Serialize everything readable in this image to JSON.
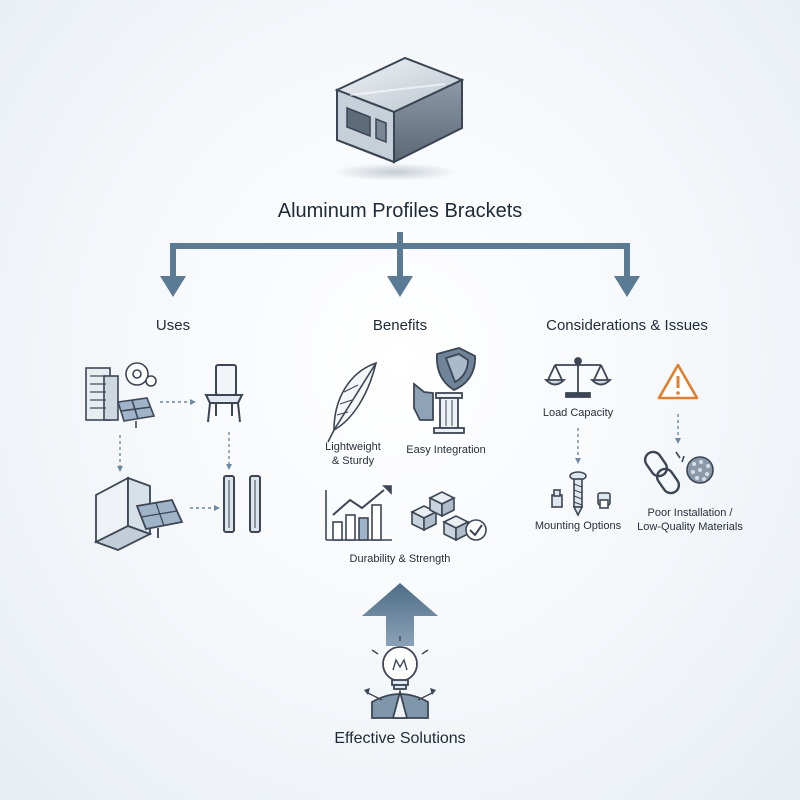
{
  "diagram": {
    "title": "Aluminum Profiles Brackets",
    "columns": [
      {
        "heading": "Uses"
      },
      {
        "heading": "Benefits"
      },
      {
        "heading": "Considerations & Issues"
      }
    ],
    "benefits": {
      "lightweight_line1": "Lightweight",
      "lightweight_line2": "& Sturdy",
      "easy_integration": "Easy Integration",
      "durability": "Durability & Strength"
    },
    "considerations": {
      "load_capacity": "Load Capacity",
      "mounting_options": "Mounting Options",
      "poor_install_line1": "Poor Installation /",
      "poor_install_line2": "Low-Quality Materials"
    },
    "outcome": "Effective Solutions",
    "colors": {
      "arrow": "#5b7a93",
      "icon_stroke": "#3c4654",
      "warning": "#e0802f",
      "accent_blue": "#9fb4c8"
    }
  }
}
